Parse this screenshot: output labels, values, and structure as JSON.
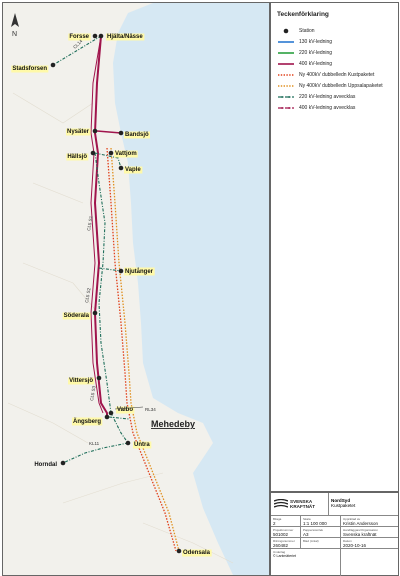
{
  "map": {
    "north_arrow": "N",
    "stations": [
      {
        "name": "Forsse",
        "highlight": true
      },
      {
        "name": "Hjälta/Nässe",
        "highlight": true
      },
      {
        "name": "Stadsforsen",
        "highlight": true
      },
      {
        "name": "Nysäter",
        "highlight": true
      },
      {
        "name": "Bandsjö",
        "highlight": true
      },
      {
        "name": "Vattjom",
        "highlight": true
      },
      {
        "name": "Hällsjö",
        "highlight": true
      },
      {
        "name": "Vaple",
        "highlight": true
      },
      {
        "name": "Njutånger",
        "highlight": true
      },
      {
        "name": "Söderala",
        "highlight": true
      },
      {
        "name": "Vittersjö",
        "highlight": true
      },
      {
        "name": "Valbo",
        "highlight": true
      },
      {
        "name": "Ängsberg",
        "highlight": true
      },
      {
        "name": "Untra",
        "highlight": true
      },
      {
        "name": "Horndal",
        "highlight": false
      },
      {
        "name": "Odensala",
        "highlight": true
      }
    ],
    "highlight_label": "Mehedeby",
    "line_codes": [
      "CL14",
      "CL5 S1",
      "CL5 S2",
      "CL5 S3",
      "RL34",
      "KL11"
    ],
    "colors": {
      "line_400": "#a0144c",
      "line_220_avvecklas": "#1e6e5a",
      "new_400_kust": "#e07020",
      "new_400_uppsala": "#c8a040",
      "sea": "#d4e8f4",
      "station": "#222222",
      "station_label_bg": "#fff9a8"
    }
  },
  "legend": {
    "title": "Teckenförklaring",
    "items": [
      {
        "label": "Station",
        "type": "dot"
      },
      {
        "label": "130 kV-ledning",
        "type": "line",
        "color": "#2a7ad0"
      },
      {
        "label": "220 kV-ledning",
        "type": "line",
        "color": "#2aa040"
      },
      {
        "label": "400 kV-ledning",
        "type": "line",
        "color": "#a0144c"
      },
      {
        "label": "Ny 400kV dubbelledn Kustpaketet",
        "type": "dotted",
        "color": "#e0401a"
      },
      {
        "label": "Ny 400kV dubbelledn Uppsalapaketet",
        "type": "dotted",
        "color": "#e09020"
      },
      {
        "label": "220 kV-ledning avvecklas",
        "type": "dashdot",
        "color": "#1e6e5a"
      },
      {
        "label": "400 kV-ledning avvecklas",
        "type": "dashdot",
        "color": "#a0144c"
      }
    ]
  },
  "titleblock": {
    "logo_text": "SVENSKA KRAFTNÄT",
    "project": "NordSyd",
    "subproject": "Kustpaketet",
    "bilaga_label": "Bilaga",
    "bilaga": "2",
    "skala_label": "Skala",
    "skala": "1:1 100 000",
    "upprattad_label": "Upprättad av",
    "upprattad": "Kristin Andersson",
    "projektnr_label": "Projektnummer",
    "projektnr": "501002",
    "pappers_label": "Pappersstorlek",
    "pappers": "A3",
    "handlaggare_label": "Handläggare/Organisation",
    "handlaggare": "Svenska kraftnät",
    "ritningsnr_label": "Ritningsnummer",
    "ritningsnr": "260482",
    "blad_label": "Blad (Antal)",
    "datum_label": "Datum",
    "datum": "2020-10-16",
    "lantmateriet_label": "Underlag",
    "lantmateriet": "© Lantmäteriet"
  }
}
